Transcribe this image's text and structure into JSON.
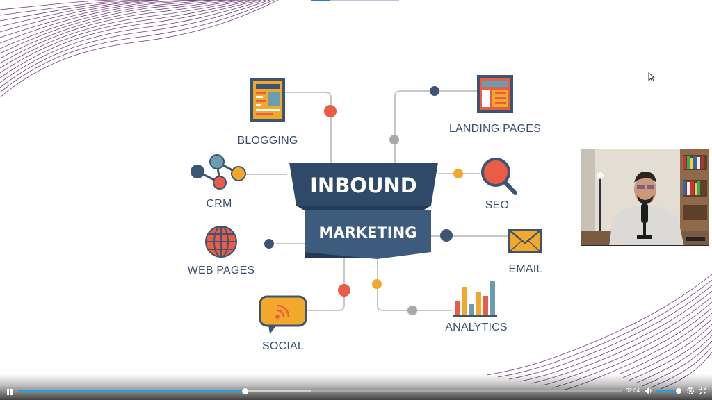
{
  "slide": {
    "center_title_top": "INBOUND",
    "center_title_bottom": "MARKETING",
    "labels": {
      "blogging": "BLOGGING",
      "crm": "CRM",
      "web_pages": "WEB PAGES",
      "social": "SOCIAL",
      "landing_pages": "LANDING PAGES",
      "seo": "SEO",
      "email": "EMAIL",
      "analytics": "ANALYTICS"
    }
  },
  "player": {
    "time": "02:04",
    "progress_fraction": 0.375,
    "buffer_fraction": 0.485,
    "volume_fraction": 0.93
  },
  "colors": {
    "banner_dark": "#2f4a68",
    "banner_mid": "#3d5b7c",
    "node_red": "#ea5c45",
    "node_orange": "#f2a82a",
    "node_teal": "#6b9db0",
    "node_navy": "#3c5573",
    "node_gray": "#a7a9ac",
    "connector": "#c5c7c9",
    "progress_accent": "#2a9fd6",
    "wave_purple": "#5a1f66"
  },
  "icons": {
    "blogging": "blog-document-icon",
    "crm": "network-nodes-icon",
    "web_pages": "globe-icon",
    "social": "rss-speech-bubble-icon",
    "landing_pages": "landing-page-icon",
    "seo": "magnifier-icon",
    "email": "envelope-icon",
    "analytics": "bar-chart-icon",
    "play": "pause-icon",
    "volume": "speaker-icon",
    "settings": "gear-icon",
    "fullscreen": "exit-fullscreen-icon"
  }
}
